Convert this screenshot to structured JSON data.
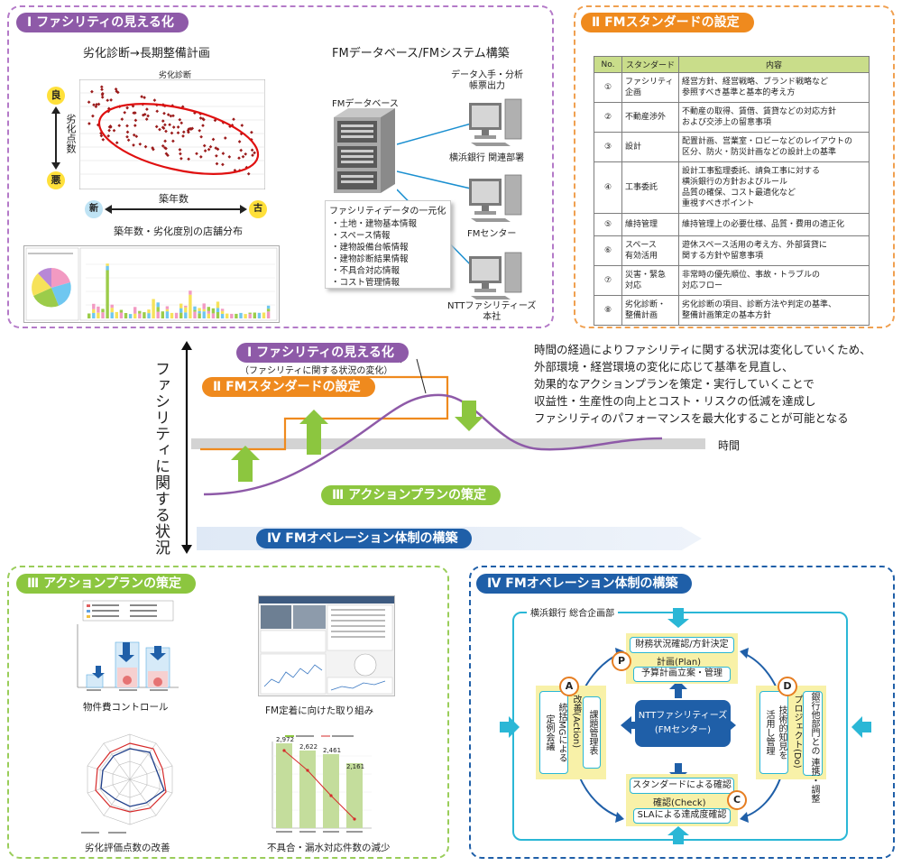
{
  "panel1": {
    "title": "Ⅰ ファシリティの見える化",
    "sub_left": "劣化診断→長期整備計画",
    "sub_right": "FMデータベース/FMシステム構築",
    "scatter_title": "劣化診断",
    "good": "良",
    "bad": "悪",
    "y_axis": "劣化点数",
    "x_axis": "築年数",
    "new": "新",
    "old": "古",
    "scatter_caption": "築年数・劣化度別の店舗分布",
    "db_label": "FMデータベース",
    "data_label": "データ入手・分析\n帳票出力",
    "pc1": "横浜銀行 関連部署",
    "pc2": "FMセンター",
    "pc3": "NTTファシリティーズ\n本社",
    "unify_title": "ファシリティデータの一元化",
    "unify_items": [
      "・土地・建物基本情報",
      "・スペース情報",
      "・建物設備台帳情報",
      "・建物診断結果情報",
      "・不具合対応情報",
      "・コスト管理情報"
    ]
  },
  "panel2": {
    "title": "Ⅱ FMスタンダードの設定",
    "headers": [
      "No.",
      "スタンダード",
      "内容"
    ],
    "rows": [
      {
        "no": "①",
        "cat": "ファシリティ\n企画",
        "desc": "経営方針、経営戦略、ブランド戦略など\n参照すべき基準と基本的考え方"
      },
      {
        "no": "②",
        "cat": "不動産渉外",
        "desc": "不動産の取得、賃借、賃貸などの対応方針\nおよび交渉上の留意事項"
      },
      {
        "no": "③",
        "cat": "設計",
        "desc": "配置計画、営業室・ロビーなどのレイアウトの\n区分、防火・防災計画などの設計上の基準"
      },
      {
        "no": "④",
        "cat": "工事委託",
        "desc": "設計工事監理委託、請負工事に対する\n横浜銀行の方針およびルール\n品質の確保、コスト最適化など\n重視すべきポイント"
      },
      {
        "no": "⑤",
        "cat": "維持管理",
        "desc": "維持管理上の必要仕様、品質・費用の適正化"
      },
      {
        "no": "⑥",
        "cat": "スペース\n有効活用",
        "desc": "遊休スペース活用の考え方、外部賃貸に\n関する方針や留意事項"
      },
      {
        "no": "⑦",
        "cat": "災害・緊急\n対応",
        "desc": "非常時の優先順位、事故・トラブルの\n対応フロー"
      },
      {
        "no": "⑧",
        "cat": "劣化診断・\n整備計画",
        "desc": "劣化診断の項目、診断方法や判定の基準、\n整備計画策定の基本方針"
      }
    ]
  },
  "middle": {
    "y_axis": "ファシリティに関する状況",
    "x_axis": "時間",
    "label1": "Ⅰ ファシリティの見える化",
    "label1_sub": "（ファシリティに関する状況の変化）",
    "label2": "Ⅱ FMスタンダードの設定",
    "label3": "Ⅲ アクションプランの策定",
    "label4": "Ⅳ FMオペレーション体制の構築",
    "statement": [
      "時間の経過によりファシリティに関する状況は変化していくため、",
      "外部環境・経営環境の変化に応じて基準を見直し、",
      "効果的なアクションプランを策定・実行していくことで",
      "収益性・生産性の向上とコスト・リスクの低減を達成し",
      "ファシリティのパフォーマンスを最大化することが可能となる"
    ],
    "colors": {
      "purple": "#8e5aa8",
      "orange": "#ef8a1e",
      "green": "#8cc63f",
      "blue": "#1f5fa8"
    }
  },
  "panel3": {
    "title": "Ⅲ アクションプランの策定",
    "cap1": "物件費コントロール",
    "cap2": "FM定着に向けた取り組み",
    "cap3": "劣化評価点数の改善",
    "cap4": "不具合・漏水対応件数の減少",
    "bar_labels": [
      "2,972",
      "2,622",
      "2,461",
      "2,161"
    ]
  },
  "panel4": {
    "title": "Ⅳ FMオペレーション体制の構築",
    "org": "横浜銀行 総合企画部",
    "plan_top": "財務状況確認/方針決定",
    "plan_label": "計画(Plan)",
    "plan_bottom": "予算計画立案・管理",
    "act_label": "改善(Action)",
    "act_left": "統括MGによる\n定例会議",
    "act_right": "課題管理表",
    "do_label": "プロジェクト(Do)",
    "do_left": "技術的知見を\n活用し管理",
    "do_right": "銀行他部門との\n連携・調整",
    "center": "NTTファシリティーズ\n(FMセンター)",
    "check_top": "スタンダードによる確認",
    "check_label": "確認(Check)",
    "check_bottom": "SLAによる達成度確認",
    "p": "P",
    "a": "A",
    "d": "D",
    "c": "C"
  }
}
